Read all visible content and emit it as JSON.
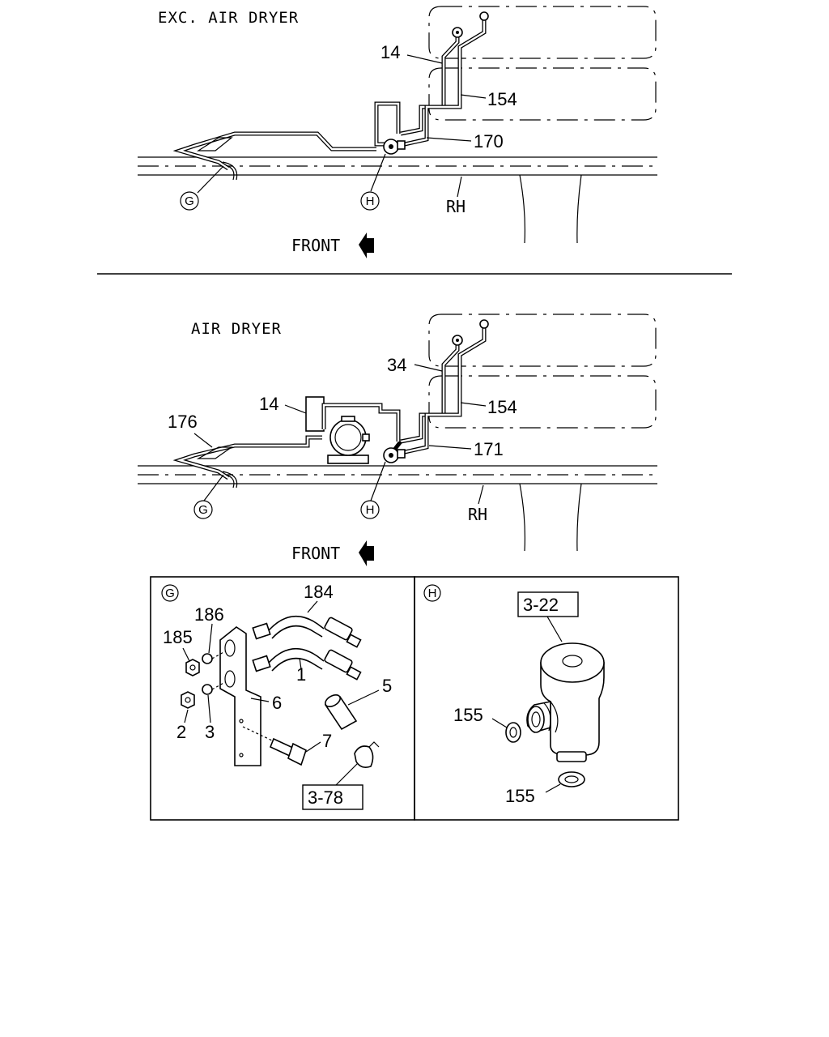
{
  "top_view": {
    "caption": "EXC. AIR DRYER",
    "labels": {
      "p14": "14",
      "p154": "154",
      "p170": "170",
      "rh": "RH",
      "front": "FRONT",
      "g": "G",
      "h": "H"
    }
  },
  "bottom_view": {
    "caption": "AIR DRYER",
    "labels": {
      "p34": "34",
      "p14": "14",
      "p154": "154",
      "p176": "176",
      "p171": "171",
      "rh": "RH",
      "front": "FRONT",
      "g": "G",
      "h": "H"
    }
  },
  "detail_g": {
    "marker": "G",
    "labels": {
      "p184": "184",
      "p186": "186",
      "p185": "185",
      "p1": "1",
      "p6": "6",
      "p5": "5",
      "p2": "2",
      "p3": "3",
      "p7": "7",
      "ref": "3-78"
    }
  },
  "detail_h": {
    "marker": "H",
    "labels": {
      "ref": "3-22",
      "p155a": "155",
      "p155b": "155"
    }
  }
}
